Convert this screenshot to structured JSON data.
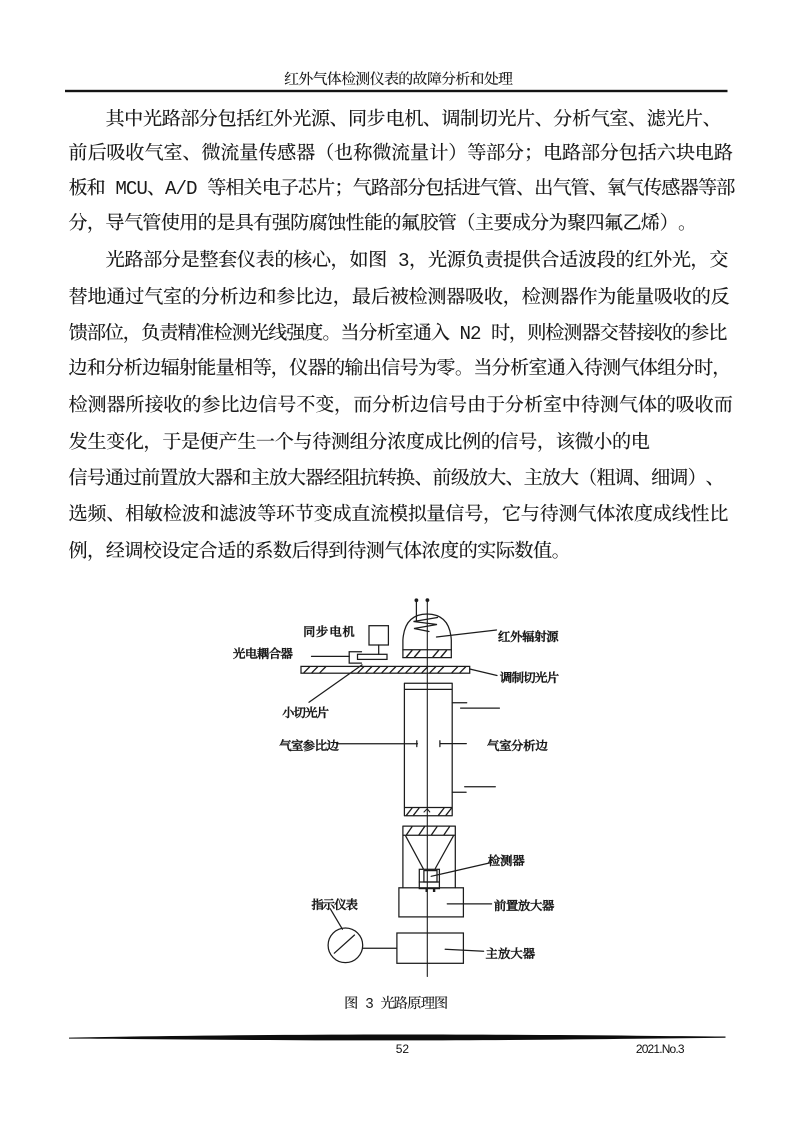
{
  "header": {
    "title": "红外气体检测仪表的故障分析和处理"
  },
  "body": {
    "paragraphs": [
      {
        "lines": [
          "其中光路部分包括红外光源、同步电机、调制切光片、分析气室、滤光片、",
          "前后吸收气室、微流量传感器（也称微流量计）等部分；电路部分包括六块电路",
          "板和 MCU、A/D 等相关电子芯片；气路部分包括进气管、出气管、氧气传感器等部",
          "分，导气管使用的是具有强防腐蚀性能的氟胶管（主要成分为聚四氟乙烯）。"
        ]
      },
      {
        "lines": [
          "光路部分是整套仪表的核心，如图 3，光源负责提供合适波段的红外光，交",
          "替地通过气室的分析边和参比边，最后被检测器吸收，检测器作为能量吸收的反",
          "馈部位，负责精准检测光线强度。当分析室通入 N2 时，则检测器交替接收的参比",
          "边和分析边辐射能量相等，仪器的输出信号为零。当分析室通入待测气体组分时，",
          "检测器所接收的参比边信号不变，而分析边信号由于分析室中待测气体的吸收而",
          "发生变化，于是便产生一个与待测组分浓度成比例的信号，该微小的电"
        ]
      },
      {
        "lines": [
          "信号通过前置放大器和主放大器经阻抗转换、前级放大、主放大（粗调、细调）、",
          "选频、相敏检波和滤波等环节变成直流模拟量信号，它与待测气体浓度成线性比",
          "例，经调校设定合适的系数后得到待测气体浓度的实际数值。"
        ]
      }
    ]
  },
  "figure": {
    "labels": {
      "sync_motor": "同步电机",
      "photo_coupler": "光电耦合器",
      "ir_source": "红外辐射源",
      "modulating_chopper": "调制切光片",
      "small_chopper": "小切光片",
      "chamber_reference_side": "气室参比边",
      "chamber_analysis_side": "气室分析边",
      "detector": "检测器",
      "preamplifier": "前置放大器",
      "indicator_gauge": "指示仪表",
      "main_amplifier": "主放大器"
    },
    "caption": "图 3 光路原理图"
  },
  "footer": {
    "page_number": "52",
    "issue": "2021.No.3"
  },
  "colors": {
    "ink": "#1a1a1a",
    "paper": "#ffffff"
  }
}
